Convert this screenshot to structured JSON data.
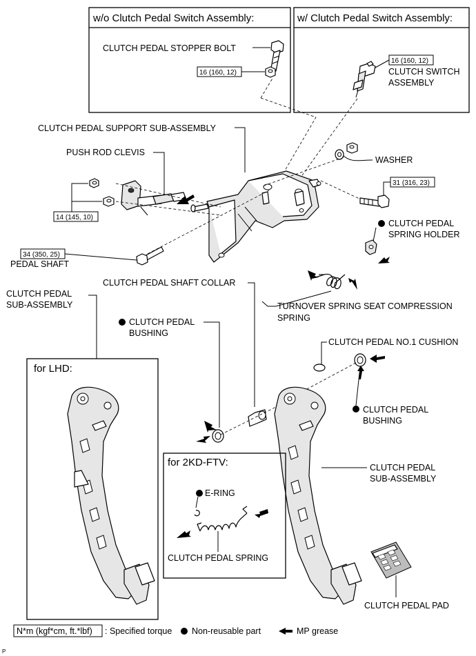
{
  "boxes": {
    "without_switch": "w/o Clutch Pedal Switch Assembly:",
    "with_switch": "w/ Clutch Pedal Switch Assembly:",
    "for_lhd": "for LHD:",
    "for_2kd": "for 2KD-FTV:"
  },
  "labels": {
    "stopper_bolt": "CLUTCH PEDAL STOPPER BOLT",
    "switch_line1": "CLUTCH SWITCH",
    "switch_line2": "ASSEMBLY",
    "support": "CLUTCH PEDAL SUPPORT SUB-ASSEMBLY",
    "push_rod_clevis": "PUSH ROD CLEVIS",
    "washer": "WASHER",
    "spring_holder_line1": "CLUTCH PEDAL",
    "spring_holder_line2": "SPRING HOLDER",
    "pedal_shaft": "PEDAL SHAFT",
    "shaft_collar": "CLUTCH PEDAL SHAFT COLLAR",
    "turnover_line1": "TURNOVER SPRING SEAT COMPRESSION",
    "turnover_line2": "SPRING",
    "sub_assy_left_line1": "CLUTCH PEDAL",
    "sub_assy_left_line2": "SUB-ASSEMBLY",
    "bushing_top_line1": "CLUTCH PEDAL",
    "bushing_top_line2": "BUSHING",
    "cushion": "CLUTCH PEDAL NO.1 CUSHION",
    "bushing_right_line1": "CLUTCH PEDAL",
    "bushing_right_line2": "BUSHING",
    "sub_assy_right_line1": "CLUTCH PEDAL",
    "sub_assy_right_line2": "SUB-ASSEMBLY",
    "e_ring": "E-RING",
    "pedal_spring": "CLUTCH PEDAL SPRING",
    "pedal_pad": "CLUTCH PEDAL PAD"
  },
  "torques": {
    "stopper_nut": "16 (160, 12)",
    "switch_nut": "16 (160, 12)",
    "bolt_31": "31 (316, 23)",
    "nuts_14": "14 (145, 10)",
    "shaft_34": "34 (350, 25)"
  },
  "legend": {
    "torque_unit": "N*m (kgf*cm, ft.*lbf)",
    "torque_text": ": Specified torque",
    "nonreusable_text": "Non-reusable part",
    "grease_text": "MP grease"
  },
  "corner_mark": "P"
}
